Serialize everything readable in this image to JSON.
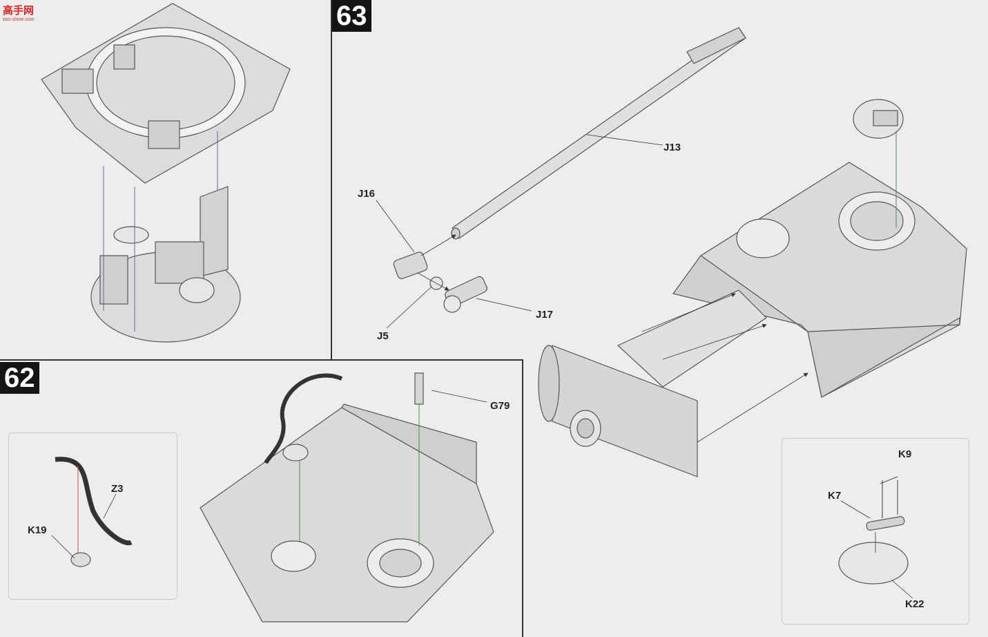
{
  "site_logo": {
    "name": "高手网",
    "domain": "oso-shine.com"
  },
  "steps": [
    {
      "number": "63"
    },
    {
      "number": "62"
    }
  ],
  "parts": {
    "J13": "J13",
    "J16": "J16",
    "J17": "J17",
    "J5": "J5",
    "G79": "G79",
    "Z3": "Z3",
    "K19": "K19",
    "K9": "K9",
    "K7": "K7",
    "K22": "K22"
  },
  "colors": {
    "badge": "#141414",
    "line": "#333333",
    "part_fill": "#d8d8d8",
    "part_stroke": "#555555",
    "guide_purple": "#7a5aa8",
    "guide_green": "#4a8a5a"
  }
}
